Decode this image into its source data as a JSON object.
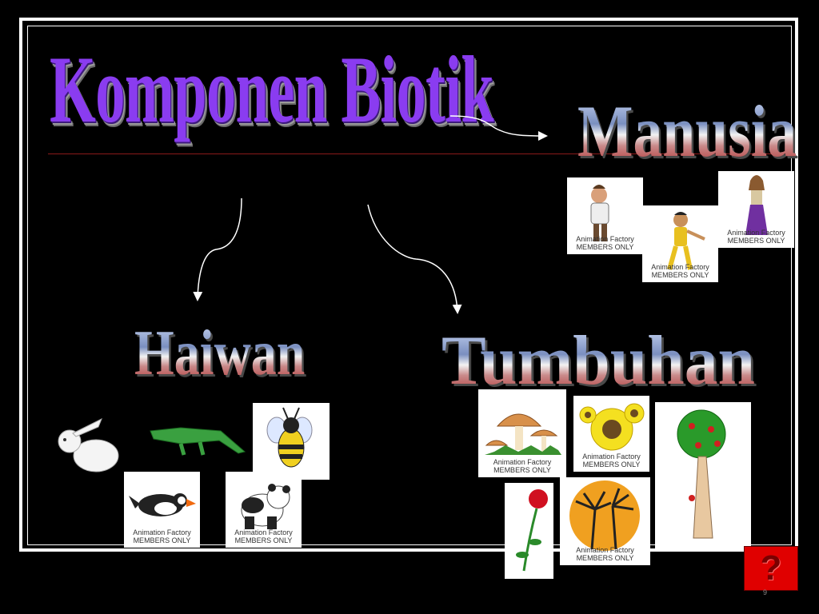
{
  "title": "Komponen Biotik",
  "categories": {
    "manusia": "Manusia",
    "haiwan": "Haiwan",
    "tumbuhan": "Tumbuhan"
  },
  "watermark": {
    "line1": "Animation Factory",
    "line2": "MEMBERS ONLY"
  },
  "help_button": "?",
  "page_number": "9",
  "colors": {
    "background": "#000000",
    "title": "#8a3cf0",
    "help_button": "#e00000"
  }
}
